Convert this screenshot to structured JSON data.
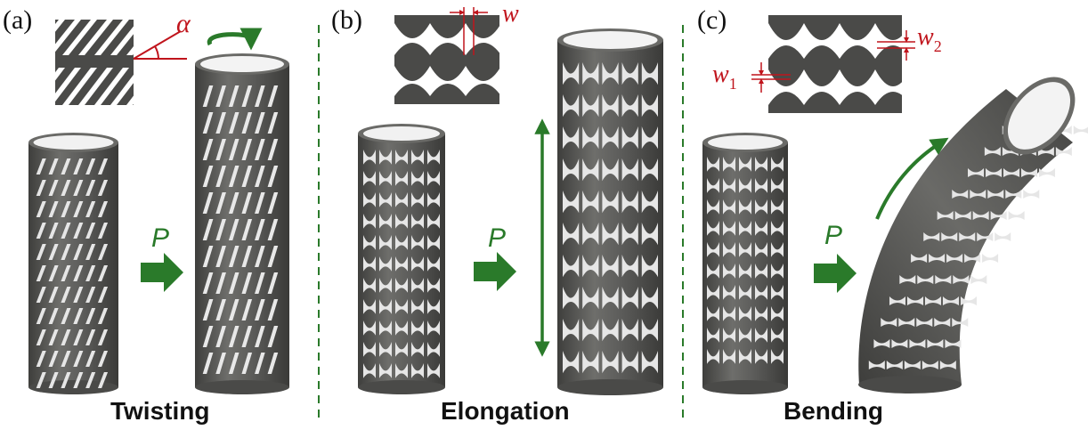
{
  "panels": [
    {
      "label": "(a)",
      "caption": "Twisting",
      "action": "P",
      "symbol": "α"
    },
    {
      "label": "(b)",
      "caption": "Elongation",
      "action": "P",
      "symbol": "w"
    },
    {
      "label": "(c)",
      "caption": "Bending",
      "action": "P",
      "symbol_1": "w",
      "symbol_1_sub": "1",
      "symbol_2": "w",
      "symbol_2_sub": "2"
    }
  ],
  "colors": {
    "tube": "#5b5b59",
    "tube_dark": "#3f3f3d",
    "tube_light": "#8a8a86",
    "hole": "#eeeeee",
    "arrow": "#2a7a2a",
    "annotation": "#c0141c",
    "divider": "#2a7a2a"
  }
}
